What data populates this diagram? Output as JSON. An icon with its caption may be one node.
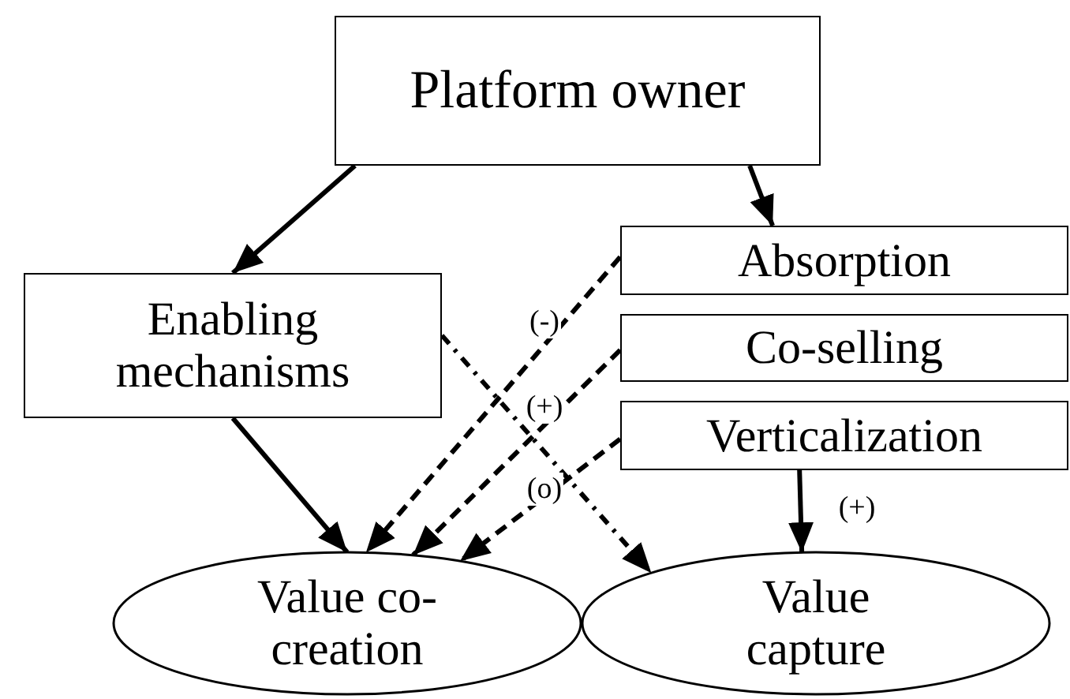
{
  "diagram": {
    "nodes": [
      {
        "text": [
          "Platform owner"
        ]
      },
      {
        "text": [
          "Enabling mechanisms"
        ]
      },
      {
        "text": [
          "Absorption"
        ]
      },
      {
        "text": [
          "Co-selling"
        ]
      },
      {
        "text": [
          "Verticalization"
        ]
      },
      {
        "text": [
          "Value co-creation"
        ]
      },
      {
        "text": [
          "Value capture"
        ]
      }
    ],
    "edges": [
      {
        "from": 0,
        "to": 1,
        "arrow": "to"
      },
      {
        "from": 0,
        "to": 2,
        "arrow": "to"
      },
      {
        "from": 2,
        "to": 5,
        "arrow": "to",
        "label": "(-)",
        "style": "dashed"
      },
      {
        "from": 3,
        "to": 5,
        "arrow": "to",
        "label": "(+)",
        "style": "dashed"
      },
      {
        "from": 4,
        "to": 5,
        "arrow": "to",
        "label": "(o)",
        "style": "dashed"
      },
      {
        "from": 1,
        "to": 5,
        "arrow": "to"
      },
      {
        "from": 1,
        "to": 6,
        "arrow": "to",
        "style": "dashed"
      },
      {
        "from": 4,
        "to": 6,
        "arrow": "to",
        "label": "(+)"
      }
    ]
  }
}
